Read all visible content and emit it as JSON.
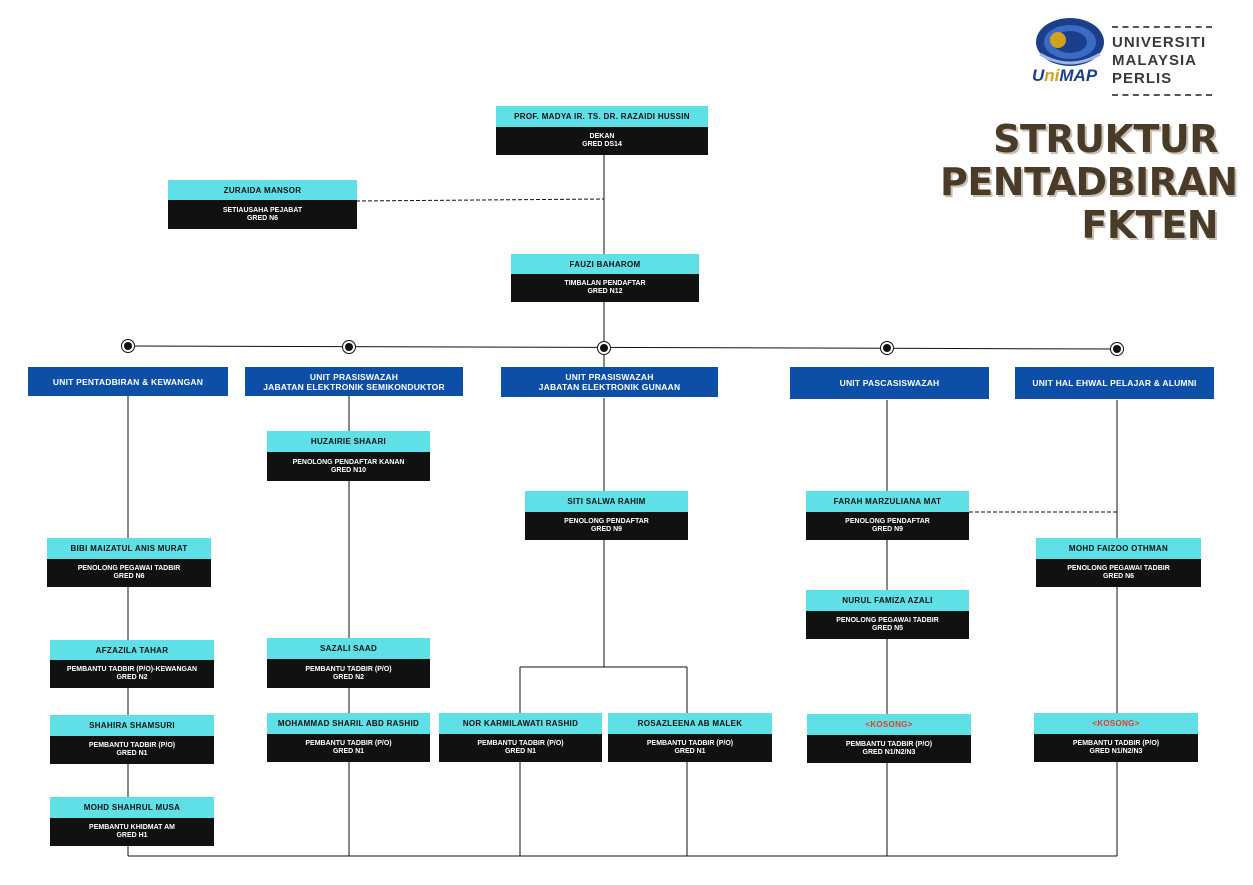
{
  "logo": {
    "university_lines": [
      "UNIVERSITI",
      "MALAYSIA",
      "PERLIS"
    ],
    "abbr_left": "U",
    "abbr_mid": "ni",
    "abbr_right": "MAP"
  },
  "title_lines": [
    "STRUKTUR",
    "PENTADBIRAN",
    "FKTEN"
  ],
  "units": [
    {
      "lines": [
        "UNIT PENTADBIRAN & KEWANGAN"
      ]
    },
    {
      "lines": [
        "UNIT PRASISWAZAH",
        "JABATAN ELEKTRONIK SEMIKONDUKTOR"
      ]
    },
    {
      "lines": [
        "UNIT PRASISWAZAH",
        "JABATAN ELEKTRONIK GUNAAN"
      ]
    },
    {
      "lines": [
        "UNIT PASCASISWAZAH"
      ]
    },
    {
      "lines": [
        "UNIT HAL EHWAL PELAJAR & ALUMNI"
      ]
    }
  ],
  "people": {
    "dean": {
      "name": "PROF. MADYA IR. TS. DR. RAZAIDI HUSSIN",
      "lines": [
        "DEKAN",
        "GRED DS14"
      ]
    },
    "secretary": {
      "name": "ZURAIDA MANSOR",
      "lines": [
        "SETIAUSAHA PEJABAT",
        "GRED N6"
      ]
    },
    "deputy_registrar": {
      "name": "FAUZI BAHAROM",
      "lines": [
        "TIMBALAN PENDAFTAR",
        "GRED N12"
      ]
    },
    "bibi": {
      "name": "BIBI MAIZATUL ANIS MURAT",
      "lines": [
        "PENOLONG PEGAWAI TADBIR",
        "GRED N6"
      ]
    },
    "afzazila": {
      "name": "AFZAZILA TAHAR",
      "lines": [
        "PEMBANTU TADBIR (P/O)-KEWANGAN",
        "GRED N2"
      ]
    },
    "shahira": {
      "name": "SHAHIRA SHAMSURI",
      "lines": [
        "PEMBANTU TADBIR (P/O)",
        "GRED N1"
      ]
    },
    "shahrul": {
      "name": "MOHD SHAHRUL MUSA",
      "lines": [
        "PEMBANTU KHIDMAT AM",
        "GRED H1"
      ]
    },
    "huzairie": {
      "name": "HUZAIRIE SHAARI",
      "lines": [
        "PENOLONG PENDAFTAR KANAN",
        "GRED N10"
      ]
    },
    "sazali": {
      "name": "SAZALI SAAD",
      "lines": [
        "PEMBANTU TADBIR (P/O)",
        "GRED N2"
      ]
    },
    "sharil": {
      "name": "MOHAMMAD SHARIL ABD RASHID",
      "lines": [
        "PEMBANTU TADBIR (P/O)",
        "GRED N1"
      ]
    },
    "siti": {
      "name": "SITI SALWA RAHIM",
      "lines": [
        "PENOLONG PENDAFTAR",
        "GRED N9"
      ]
    },
    "karmilawati": {
      "name": "NOR KARMILAWATI RASHID",
      "lines": [
        "PEMBANTU TADBIR (P/O)",
        "GRED N1"
      ]
    },
    "rosazleena": {
      "name": "ROSAZLEENA AB MALEK",
      "lines": [
        "PEMBANTU TADBIR (P/O)",
        "GRED N1"
      ]
    },
    "farah": {
      "name": "FARAH MARZULIANA MAT",
      "lines": [
        "PENOLONG PENDAFTAR",
        "GRED N9"
      ]
    },
    "famiza": {
      "name": "NURUL FAMIZA AZALI",
      "lines": [
        "PENOLONG PEGAWAI TADBIR",
        "GRED N5"
      ]
    },
    "vacant_pg": {
      "name": "<KOSONG>",
      "lines": [
        "PEMBANTU TADBIR (P/O)",
        "GRED N1/N2/N3"
      ]
    },
    "faizoo": {
      "name": "MOHD FAIZOO OTHMAN",
      "lines": [
        "PENOLONG PEGAWAI TADBIR",
        "GRED N6"
      ]
    },
    "vacant_hep": {
      "name": "<KOSONG>",
      "lines": [
        "PEMBANTU TADBIR (P/O)",
        "GRED N1/N2/N3"
      ]
    }
  },
  "colors": {
    "name_bar": "#5ee0e6",
    "position_bar": "#111111",
    "unit_box": "#0d4fa6",
    "vacant_text": "#e53b2c",
    "title": "#4a3b28"
  }
}
